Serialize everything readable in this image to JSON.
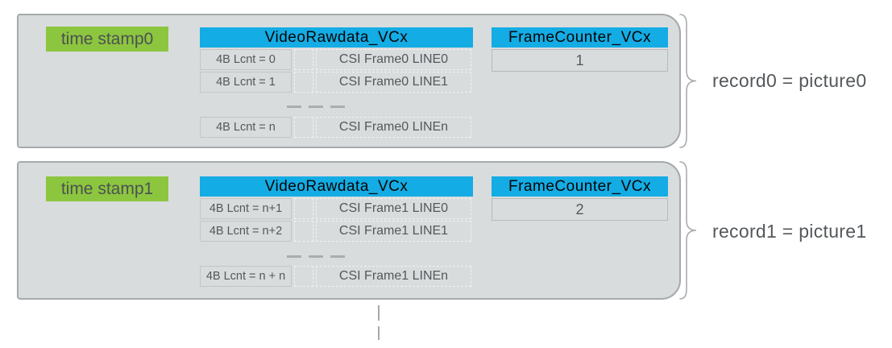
{
  "colors": {
    "box_fill": "#d9dcdd",
    "box_border": "#a7aaac",
    "header_blue": "#14ace4",
    "green": "#8cc63f",
    "cell_border": "#c2c6c7",
    "dashed_border": "#eff1f2",
    "text_dark": "#54585b",
    "brace": "#a9acae"
  },
  "records": [
    {
      "timestamp": "time stamp0",
      "video_header": "VideoRawdata_VCx",
      "counter_header": "FrameCounter_VCx",
      "counter_value": "1",
      "rows": [
        {
          "lcnt": "4B Lcnt = 0",
          "line": "CSI Frame0 LINE0"
        },
        {
          "lcnt": "4B Lcnt = 1",
          "line": "CSI Frame0 LINE1"
        },
        {
          "lcnt": "4B Lcnt = n",
          "line": "CSI Frame0 LINEn"
        }
      ],
      "brace_label": "record0 = picture0"
    },
    {
      "timestamp": "time stamp1",
      "video_header": "VideoRawdata_VCx",
      "counter_header": "FrameCounter_VCx",
      "counter_value": "2",
      "rows": [
        {
          "lcnt": "4B Lcnt = n+1",
          "line": "CSI Frame1 LINE0"
        },
        {
          "lcnt": "4B Lcnt = n+2",
          "line": "CSI Frame1 LINE1"
        },
        {
          "lcnt": "4B Lcnt = n + n",
          "line": "CSI Frame1 LINEn"
        }
      ],
      "brace_label": "record1 = picture1"
    }
  ]
}
